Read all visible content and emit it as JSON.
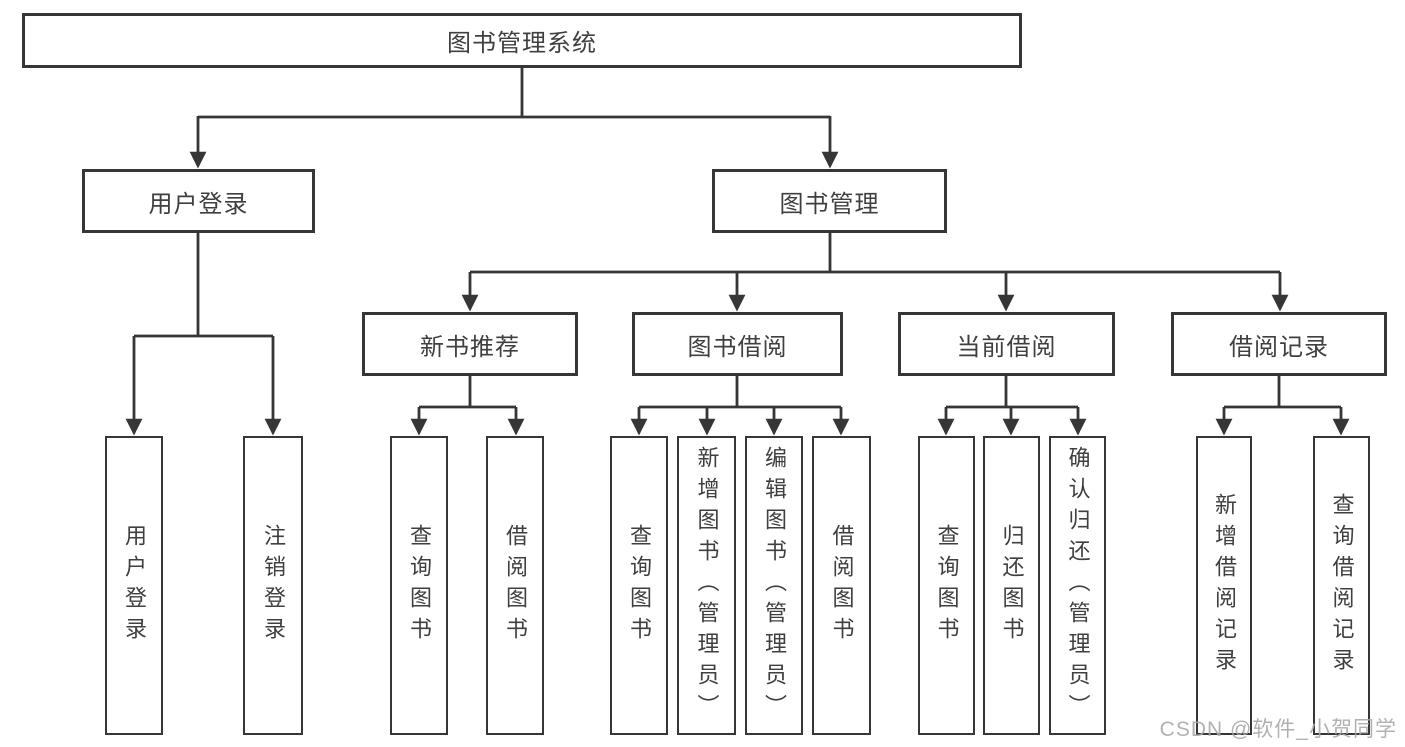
{
  "tree": {
    "root": "图书管理系统",
    "branches": [
      {
        "label": "用户登录",
        "children": [
          "用户登录",
          "注销登录"
        ]
      },
      {
        "label": "图书管理",
        "groups": [
          {
            "label": "新书推荐",
            "children": [
              "查询图书",
              "借阅图书"
            ]
          },
          {
            "label": "图书借阅",
            "children": [
              "查询图书",
              "新增图书（管理员）",
              "编辑图书（管理员）",
              "借阅图书"
            ]
          },
          {
            "label": "当前借阅",
            "children": [
              "查询图书",
              "归还图书",
              "确认归还（管理员）"
            ]
          },
          {
            "label": "借阅记录",
            "children": [
              "新增借阅记录",
              "查询借阅记录"
            ]
          }
        ]
      }
    ]
  },
  "watermark": "CSDN @软件_小贺同学",
  "colors": {
    "line": "#363636",
    "box_border": "#363636",
    "text": "#3f3f3f",
    "watermark": "#a9a9a9",
    "background": "#ffffff"
  }
}
